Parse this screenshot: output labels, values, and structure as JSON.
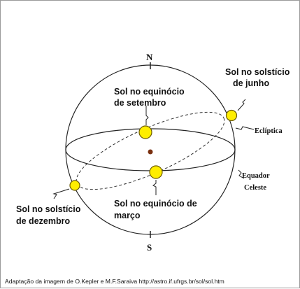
{
  "labels": {
    "north": "N",
    "south": "S",
    "september_equinox": [
      "Sol no equinócio",
      "de setembro"
    ],
    "june_solstice": [
      "Sol no solstício",
      "de junho"
    ],
    "ecliptic": "Eclíptica",
    "celestial_equator": [
      "Equador",
      "Celeste"
    ],
    "december_solstice": [
      "Sol no solstício",
      "de dezembro"
    ],
    "march_equinox": [
      "Sol no equinócio de",
      "março"
    ]
  },
  "caption": "Adaptação da imagem de O.Kepler e M.F.Saraiva http://astro.if.ufrgs.br/sol/sol.htm",
  "colors": {
    "sun_fill": "#ffee00",
    "sun_stroke": "#6b5a00",
    "earth": "#7a3010",
    "line": "#222222"
  }
}
